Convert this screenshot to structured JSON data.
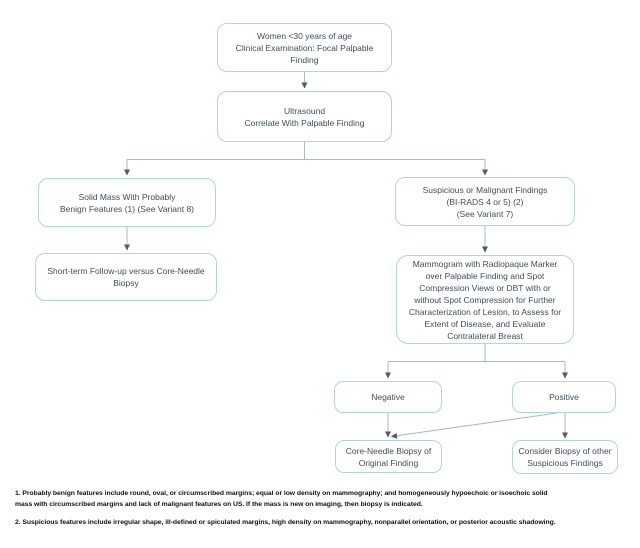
{
  "flowchart": {
    "nodes": {
      "start": "Women <30 years of age\nClinical Examination: Focal Palpable\nFinding",
      "ultrasound": "Ultrasound\nCorrelate With Palpable Finding",
      "solid_mass": "Solid Mass With Probably\nBenign Features (1) (See Variant 8)",
      "short_term": "Short-term Follow-up versus Core-Needle\nBiopsy",
      "suspicious": "Suspicious or Malignant Findings\n(BI-RADS 4 or 5) (2)\n(See Variant 7)",
      "mammogram": "Mammogram with Radiopaque Marker\nover Palpable Finding and Spot\nCompression Views or DBT with or\nwithout Spot Compression for Further\nCharacterization of Lesion, to Assess for\nExtent of Disease, and Evaluate\nContralateral Breast",
      "negative": "Negative",
      "positive": "Positive",
      "core_needle": "Core-Needle Biopsy of\nOriginal Finding",
      "consider_biopsy": "Consider Biopsy of other\nSuspicious Findings"
    },
    "footnotes": {
      "note1": "1. Probably benign features include round, oval, or circumscribed margins; equal or low density on mammography; and homogeneously hypoechoic or isoechoic solid\nmass with circumscribed margins and lack of malignant features on US. If the mass is new on imaging, then biopsy is indicated.",
      "note2": "2. Suspicious features include irregular shape, ill-defined or spiculated margins, high density on mammography, nonparallel orientation, or posterior acoustic shadowing."
    },
    "colors": {
      "page_background": "#ffffff",
      "box_background": "#ffffff",
      "box_border": "#b3d6d2",
      "box_text": "#414d56",
      "connector_line": "#a9bac6",
      "arrowhead": "#4f5b66",
      "footnote_text": "#111111"
    }
  }
}
